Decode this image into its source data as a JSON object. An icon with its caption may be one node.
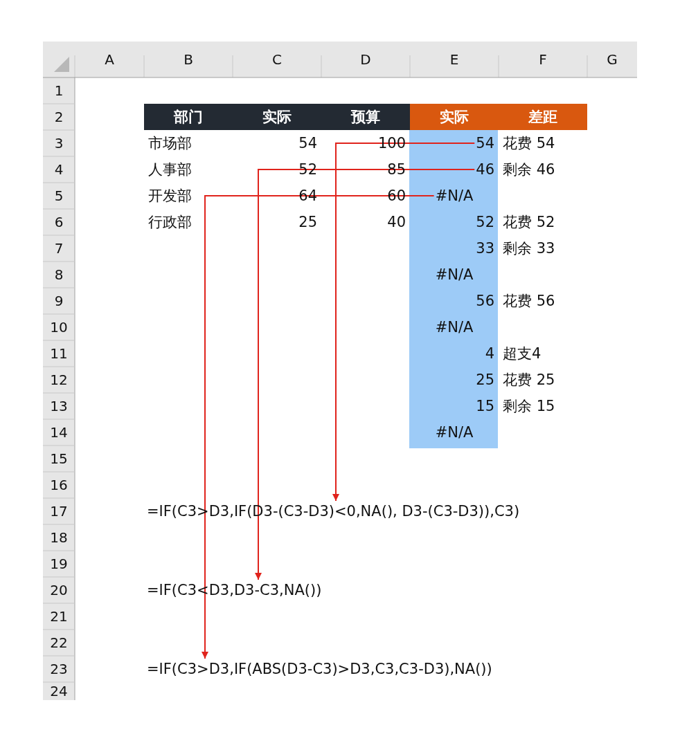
{
  "diagram": {
    "nodes": [
      {
        "text": [
          "54"
        ]
      },
      {
        "text": [
          "46"
        ]
      },
      {
        "text": [
          "#N/A"
        ]
      },
      {
        "text": [
          "=IF(C3>D3,IF(D3-(C3-D3)<0,NA(), D3-(C3-D3)),C3)"
        ]
      },
      {
        "text": [
          "=IF(C3<D3,D3-C3,NA())"
        ]
      },
      {
        "text": [
          "=IF(C3>D3,IF(ABS(D3-C3)>D3,C3,C3-D3),NA())"
        ]
      }
    ],
    "edges": [
      {
        "from": 0,
        "to": 3,
        "arrow": "to"
      },
      {
        "from": 1,
        "to": 4,
        "arrow": "to"
      },
      {
        "from": 2,
        "to": 5,
        "arrow": "to"
      }
    ],
    "labels": [
      "A",
      "B",
      "C",
      "D",
      "E",
      "F",
      "G",
      "1",
      "2",
      "部门",
      "实际",
      "预算",
      "实际",
      "差距",
      "3",
      "市场部",
      "54",
      "100",
      "花费 54",
      "4",
      "人事部",
      "52",
      "85",
      "剩余 46",
      "5",
      "开发部",
      "64",
      "60",
      "6",
      "行政部",
      "25",
      "40",
      "52",
      "花费 52",
      "7",
      "33",
      "剩余 33",
      "8",
      "#N/A",
      "9",
      "56",
      "花费 56",
      "10",
      "#N/A",
      "11",
      "4",
      "超支4",
      "12",
      "25",
      "花费 25",
      "13",
      "15",
      "剩余 15",
      "14",
      "#N/A",
      "15",
      "16",
      "17",
      "18",
      "19",
      "20",
      "21",
      "22",
      "23",
      "24"
    ]
  }
}
